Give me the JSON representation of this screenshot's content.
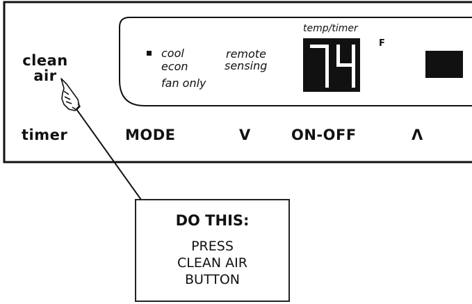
{
  "panel": {
    "buttons": {
      "clean_air_line1": "clean",
      "clean_air_line2": "air",
      "timer": "timer",
      "mode": "MODE",
      "down": "V",
      "on_off": "ON-OFF",
      "up": "Λ"
    },
    "display": {
      "mode_cool": "cool",
      "mode_econ": "econ",
      "mode_fan_only": "fan only",
      "remote_line1": "remote",
      "remote_line2": "sensing",
      "temp_timer_label": "temp/timer",
      "temp_value": "74",
      "unit": "F"
    }
  },
  "callout": {
    "title": "DO THIS:",
    "body": "PRESS\nCLEAN AIR\nBUTTON"
  }
}
